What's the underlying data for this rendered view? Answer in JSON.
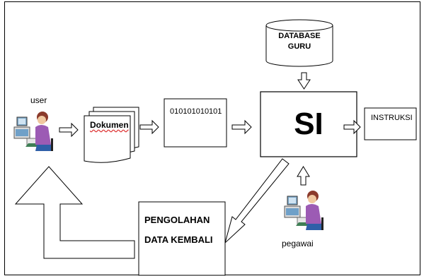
{
  "diagram": {
    "nodes": {
      "user": {
        "label": "user",
        "icon": "computer-user-icon"
      },
      "dokumen": {
        "label": "Dokumen"
      },
      "binary": {
        "label": "010101010101"
      },
      "database": {
        "label": "DATABASE GURU"
      },
      "si": {
        "label": "SI"
      },
      "instruksi": {
        "label": "INSTRUKSI"
      },
      "pengolahan": {
        "label": "PENGOLAHAN DATA KEMBALI"
      },
      "pegawai": {
        "label": "pegawai",
        "icon": "computer-user-icon"
      }
    },
    "edges": [
      {
        "from": "user",
        "to": "dokumen"
      },
      {
        "from": "dokumen",
        "to": "binary"
      },
      {
        "from": "binary",
        "to": "si"
      },
      {
        "from": "database",
        "to": "si"
      },
      {
        "from": "si",
        "to": "instruksi"
      },
      {
        "from": "pegawai",
        "to": "si"
      },
      {
        "from": "si",
        "to": "pengolahan"
      },
      {
        "from": "pengolahan",
        "to": "user"
      }
    ]
  }
}
